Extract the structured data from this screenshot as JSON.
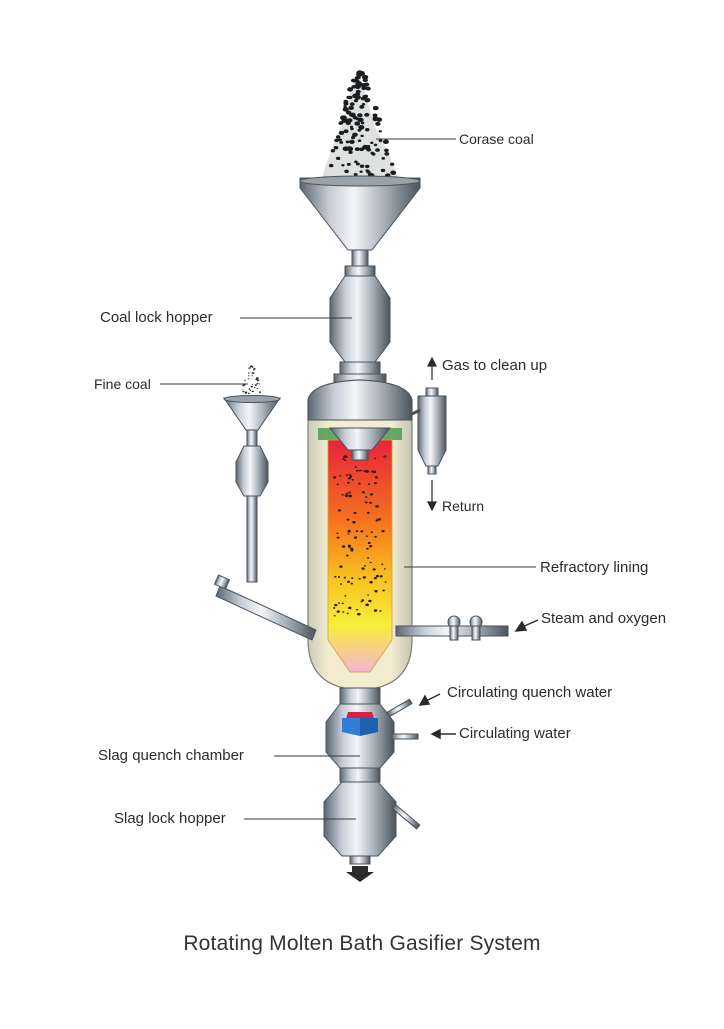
{
  "title": "Rotating Molten Bath Gasifier System",
  "labels": {
    "coarse_coal": "Corase coal",
    "coal_lock_hopper": "Coal lock hopper",
    "fine_coal": "Fine coal",
    "gas_to_clean_up": "Gas to clean up",
    "return": "Return",
    "refractory_lining": "Refractory lining",
    "steam_and_oxygen": "Steam and oxygen",
    "circulating_quench_water": "Circulating quench water",
    "circulating_water": "Circulating water",
    "slag_quench_chamber": "Slag quench chamber",
    "slag_lock_hopper": "Slag lock hopper"
  },
  "colors": {
    "steel": "#b9c0c8",
    "steel_dark": "#6f7882",
    "hot_top": "#e8233a",
    "hot_mid": "#f7901e",
    "hot_low": "#f7ea2a",
    "hot_bottom": "#f3a6c8",
    "refractory": "#efe3b8",
    "quench_blue": "#2f7fd6",
    "quench_red": "#d6204a"
  }
}
